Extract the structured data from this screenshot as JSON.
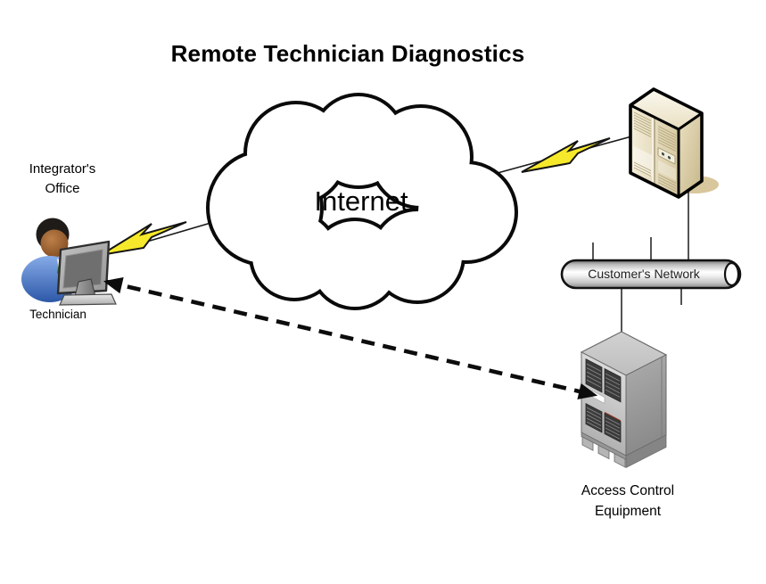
{
  "title": "Remote Technician Diagnostics",
  "nodes": {
    "integrator_office": {
      "line1": "Integrator's",
      "line2": "Office"
    },
    "technician": {
      "label": "Technician"
    },
    "internet_cloud": {
      "label": "Internet"
    },
    "customer_network": {
      "label": "Customer's Network"
    },
    "access_control": {
      "line1": "Access Control",
      "line2": "Equipment"
    }
  },
  "icons": {
    "technician": "technician-at-computer-icon",
    "server": "server-tower-icon",
    "cloud": "internet-cloud-icon",
    "network_pipe": "network-bus-pipe-icon",
    "cabinet": "access-control-cabinet-icon",
    "bolt_left": "lightning-bolt-icon",
    "bolt_right": "lightning-bolt-icon",
    "dashed_arrow": "dashed-double-arrow"
  },
  "connections": [
    {
      "from": "technician",
      "to": "internet-cloud",
      "type": "lightning-link"
    },
    {
      "from": "internet-cloud",
      "to": "server",
      "type": "lightning-link"
    },
    {
      "from": "server",
      "to": "customer-network",
      "type": "line"
    },
    {
      "from": "customer-network",
      "to": "access-control-equipment",
      "type": "line"
    },
    {
      "from": "access-control-equipment",
      "to": "technician",
      "type": "dashed-double-arrow"
    }
  ],
  "colors": {
    "background": "#ffffff",
    "outline": "#000000",
    "lightning_yellow": "#f6e92b",
    "server_beige": "#e9dfc2",
    "cabinet_gray": "#b9b9b9",
    "pipe_gray": "#d9d9d9",
    "shirt_blue": "#3d6cc0",
    "skin_brown": "#8a5a2e",
    "tie_green": "#207a2a"
  }
}
